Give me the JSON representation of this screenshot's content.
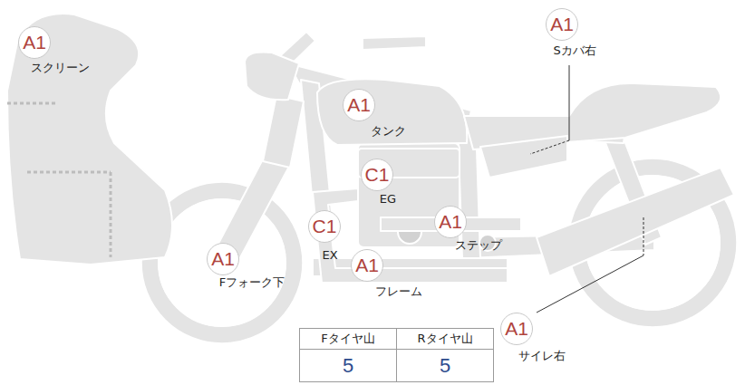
{
  "diagram": {
    "nodes": [
      {
        "text": [
          "A1",
          "スクリーン"
        ]
      },
      {
        "text": [
          "A1",
          "Sカバ右"
        ]
      },
      {
        "text": [
          "A1",
          "タンク"
        ]
      },
      {
        "text": [
          "C1",
          "EG"
        ]
      },
      {
        "text": [
          "A1",
          "ステップ"
        ]
      },
      {
        "text": [
          "C1",
          "EX"
        ]
      },
      {
        "text": [
          "A1",
          "Fフォーク下"
        ]
      },
      {
        "text": [
          "A1",
          "フレーム"
        ]
      },
      {
        "text": [
          "A1",
          "サイレ右"
        ]
      }
    ],
    "edges": [],
    "labels": [
      "Fタイヤ山",
      "Rタイヤ山",
      "5",
      "5"
    ]
  }
}
